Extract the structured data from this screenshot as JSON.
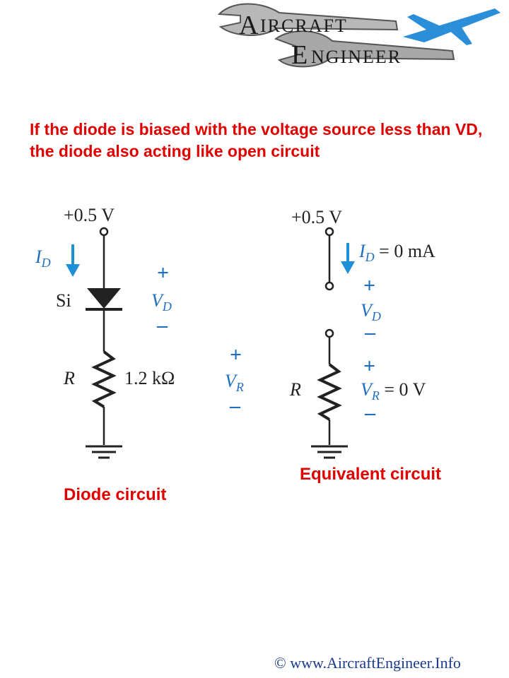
{
  "logo": {
    "line1": "IRCRAFT",
    "line2": "NGINEER",
    "initial1": "A",
    "initial2": "E"
  },
  "heading": "If the diode is biased with the voltage source less than VD, the diode also acting like open circuit",
  "diode_circuit": {
    "supply": "+0.5 V",
    "current_label": "I",
    "current_sub": "D",
    "diode_material": "Si",
    "vd_plus": "+",
    "vd_label": "V",
    "vd_sub": "D",
    "vd_minus": "–",
    "resistor_label": "R",
    "resistor_value": "1.2 kΩ",
    "vr_plus": "+",
    "vr_label": "V",
    "vr_sub": "R",
    "vr_minus": "–",
    "caption": "Diode circuit"
  },
  "equivalent_circuit": {
    "supply": "+0.5 V",
    "current_label": "I",
    "current_sub": "D",
    "current_value": " = 0 mA",
    "vd_plus": "+",
    "vd_label": "V",
    "vd_sub": "D",
    "vd_minus": "–",
    "resistor_label": "R",
    "vr_plus": "+",
    "vr_label": "V",
    "vr_sub": "R",
    "vr_value": " = 0 V",
    "vr_minus": "–",
    "caption": "Equivalent circuit"
  },
  "footer": "© www.AircraftEngineer.Info",
  "colors": {
    "heading": "#e00000",
    "arrow": "#1e90d6",
    "plane": "#2a8fd8",
    "wire": "#222222",
    "symbol_blue": "#1e6fc0"
  }
}
